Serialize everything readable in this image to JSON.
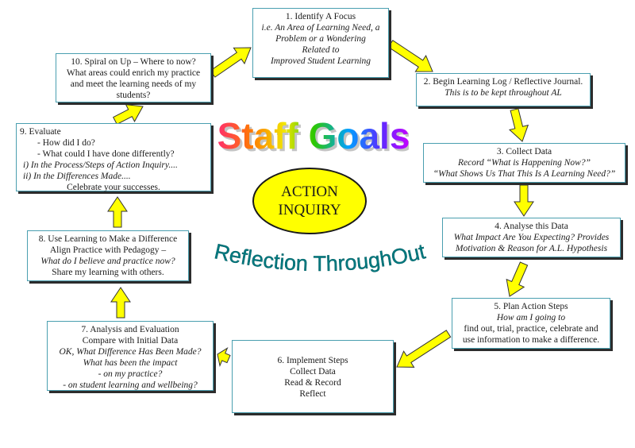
{
  "title": "Staff Goals",
  "center": {
    "line1": "ACTION",
    "line2": "INQUIRY"
  },
  "reflection": "Reflection ThroughOut",
  "colors": {
    "arrow_fill": "#ffff00",
    "ellipse_fill": "#ffff00",
    "box_border": "#4a9fb0"
  },
  "steps": {
    "s1": {
      "l1": "1. Identify A Focus",
      "l2": "i.e. An Area of Learning Need, a",
      "l3": "Problem or a Wondering",
      "l4": "Related to",
      "l5": "Improved Student Learning"
    },
    "s2": {
      "l1": "2. Begin Learning Log / Reflective Journal.",
      "l2": "This is to be kept throughout AL"
    },
    "s3": {
      "l1": "3. Collect Data",
      "l2": "Record  “What is Happening Now?”",
      "l3": "“What Shows Us That This Is  A Learning Need?”"
    },
    "s4": {
      "l1": "4. Analyse this Data",
      "l2": "What Impact Are You Expecting? Provides",
      "l3": "Motivation & Reason for A.L.   Hypothesis"
    },
    "s5": {
      "l1": "5. Plan Action Steps",
      "l2": "How am I going to",
      "l3": "find out, trial, practice, celebrate and",
      "l4": "use information to make a difference."
    },
    "s6": {
      "l1": "6. Implement Steps",
      "l2": "Collect Data",
      "l3": "Read & Record",
      "l4": "Reflect"
    },
    "s7": {
      "l1": "7. Analysis and Evaluation",
      "l2": "Compare with Initial Data",
      "l3": "OK, What Difference Has Been Made?",
      "l4": "What has been the impact",
      "l5": "- on my practice?",
      "l6": "-  on student learning and wellbeing?"
    },
    "s8": {
      "l1": "8. Use Learning to Make a Difference",
      "l2": "Align Practice with  Pedagogy –",
      "l3": "What do I believe and practice now?",
      "l4": "Share my learning with others."
    },
    "s9": {
      "l1": "9. Evaluate",
      "l2": "- How did I do?",
      "l3": "- What could I have done  differently?",
      "l4": "i)    In the Process/Steps of Action Inquiry....",
      "l5": "ii)   In the Differences Made....",
      "l6": "Celebrate your successes."
    },
    "s10": {
      "l1": "10. Spiral on Up – Where to now?",
      "l2": "What areas could enrich my practice",
      "l3": "and meet the learning needs of my",
      "l4": "students?"
    }
  }
}
